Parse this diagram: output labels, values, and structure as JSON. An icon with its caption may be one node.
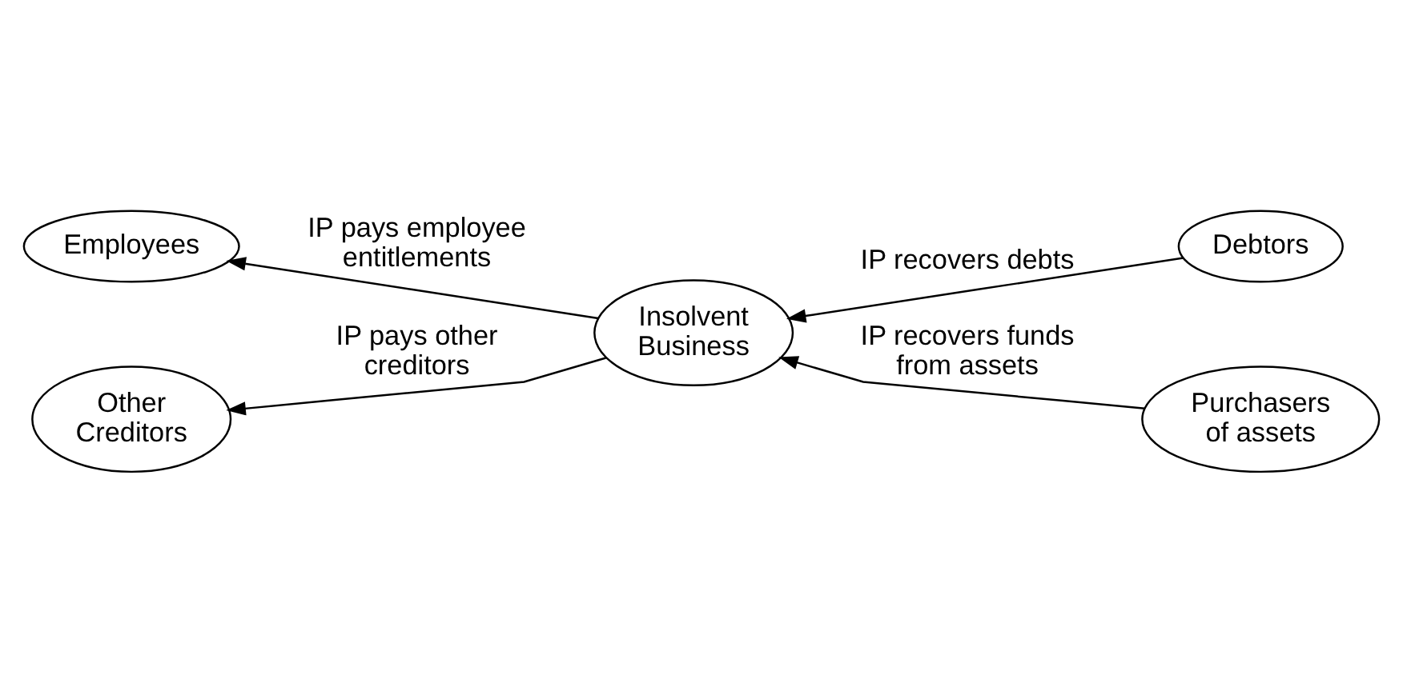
{
  "diagram": {
    "nodes": [
      {
        "text": [
          "Employees"
        ]
      },
      {
        "text": [
          "Insolvent Business"
        ]
      },
      {
        "text": [
          "Debtors"
        ]
      },
      {
        "text": [
          "Other Creditors"
        ]
      },
      {
        "text": [
          "Purchasers of assets"
        ]
      }
    ],
    "edges": [
      {
        "from": 1,
        "to": 0,
        "arrow": "to",
        "label": "IP pays employee entitlements"
      },
      {
        "from": 1,
        "to": 3,
        "arrow": "to",
        "label": "IP pays other creditors"
      },
      {
        "from": 2,
        "to": 1,
        "arrow": "to",
        "label": "IP recovers debts"
      },
      {
        "from": 4,
        "to": 1,
        "arrow": "to",
        "label": "IP recovers funds from assets"
      }
    ]
  }
}
